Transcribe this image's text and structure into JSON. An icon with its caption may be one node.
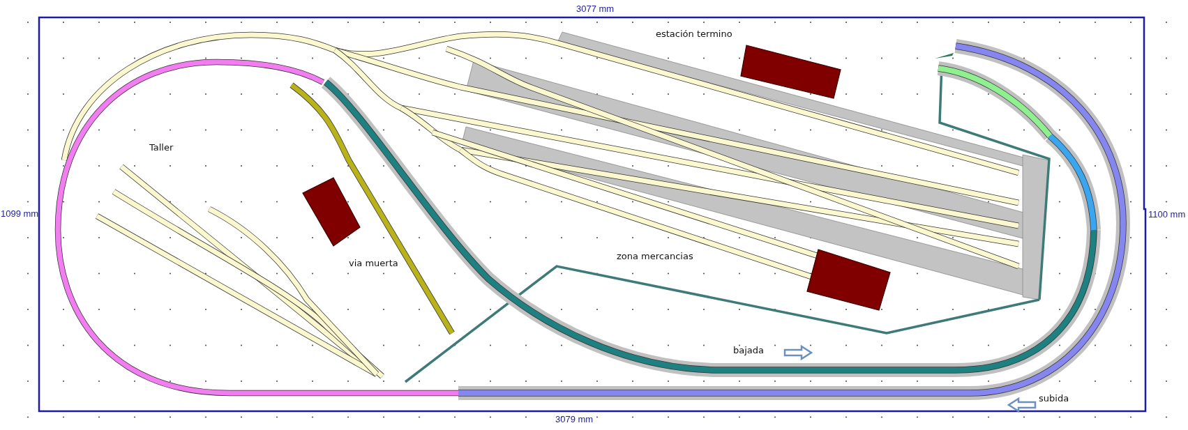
{
  "diagram": {
    "labels": [
      "3077 mm",
      "estación termino",
      "Taller",
      "1099 mm",
      "1100 mm",
      "via muerta",
      "zona mercancias",
      "bajada",
      "subida",
      "3079 mm"
    ]
  }
}
